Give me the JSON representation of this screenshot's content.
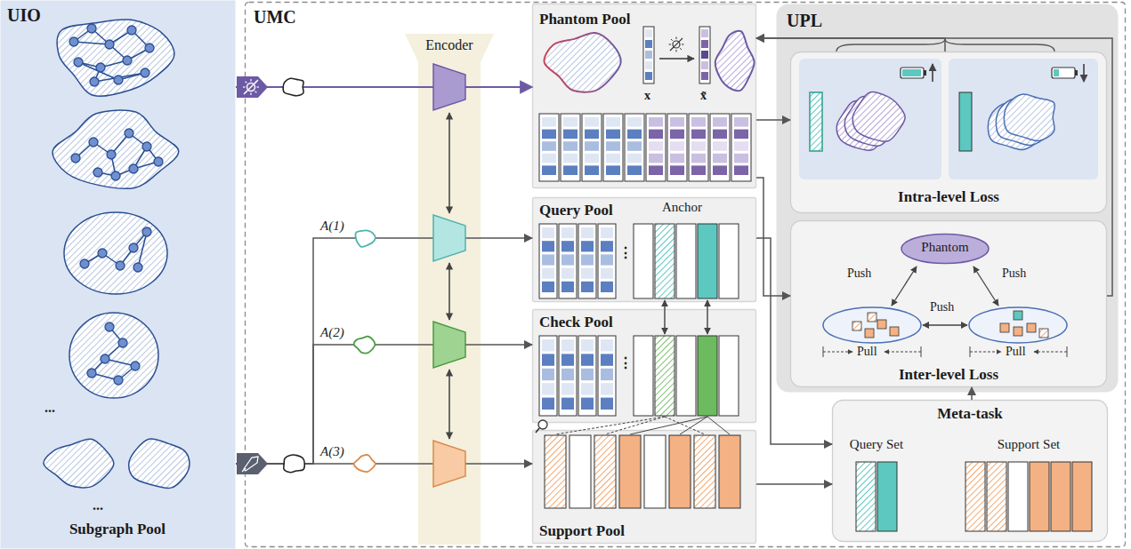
{
  "diagram": {
    "nodes": [
      {
        "text": [
          "UIO",
          "Subgraph Pool"
        ]
      },
      {
        "text": [
          "UMC"
        ]
      },
      {
        "text": [
          "Encoder"
        ],
        "in": 1
      },
      {
        "text": [
          "Phantom Pool"
        ],
        "in": 1
      },
      {
        "text": [
          "Query Pool"
        ],
        "in": 1
      },
      {
        "text": [
          "Check Pool"
        ],
        "in": 1
      },
      {
        "text": [
          "Support Pool"
        ],
        "in": 1
      },
      {
        "text": [
          "UPL"
        ],
        "in": 1
      },
      {
        "text": [
          "Intra-level Loss"
        ],
        "in": 7
      },
      {
        "text": [
          "Inter-level Loss"
        ],
        "in": 7
      },
      {
        "text": [
          "Phantom"
        ],
        "in": 9
      },
      {
        "text": [
          "Meta-task",
          "Query Set",
          "Support Set"
        ],
        "in": 1
      }
    ],
    "edges": [
      {
        "from": 0,
        "to": 3,
        "arrow": "to"
      },
      {
        "from": 0,
        "to": 4,
        "arrow": "to"
      },
      {
        "from": 0,
        "to": 5,
        "arrow": "to"
      },
      {
        "from": 0,
        "to": 6,
        "arrow": "to"
      },
      {
        "from": 3,
        "to": 8,
        "arrow": "to"
      },
      {
        "from": 3,
        "to": 9,
        "arrow": "to"
      },
      {
        "from": 4,
        "to": 11,
        "arrow": "to"
      },
      {
        "from": 6,
        "to": 11,
        "arrow": "to"
      },
      {
        "from": 11,
        "to": 9,
        "arrow": "to"
      },
      {
        "from": 9,
        "to": 3,
        "arrow": "to"
      },
      {
        "from": 8,
        "to": 3,
        "arrow": "to"
      }
    ],
    "labels": [
      "x",
      "x̃",
      "Anchor",
      "A(1)",
      "A(2)",
      "A(3)",
      "⋮",
      "⋮",
      "Push",
      "Push",
      "Push",
      "Pull",
      "Pull",
      "...",
      "..."
    ]
  }
}
